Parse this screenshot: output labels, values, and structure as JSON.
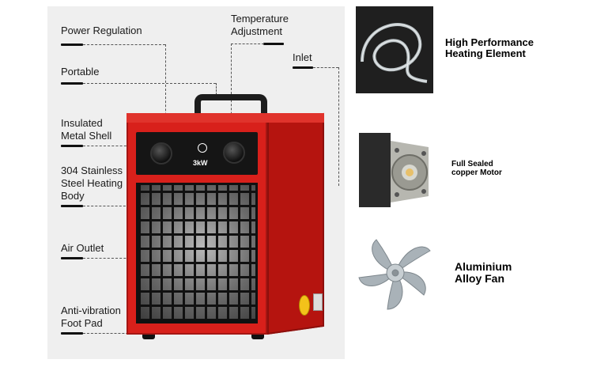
{
  "callouts": {
    "power_regulation": [
      "Power Regulation"
    ],
    "temperature_adjustment": [
      "Temperature",
      "Adjustment"
    ],
    "inlet": [
      "Inlet"
    ],
    "portable": [
      "Portable"
    ],
    "insulated_shell": [
      "Insulated",
      "Metal Shell"
    ],
    "stainless_body": [
      "304 Stainless",
      "Steel Heating",
      "Body"
    ],
    "air_outlet": [
      "Air Outlet"
    ],
    "foot_pad": [
      "Anti-vibration",
      "Foot Pad"
    ]
  },
  "heater": {
    "power_text": "3kW",
    "body_color": "#d8201b",
    "panel_color": "#151515"
  },
  "features": {
    "heating_element": [
      "High Performance",
      "Heating Element"
    ],
    "motor": [
      "Full Sealed",
      "copper Motor"
    ],
    "fan": [
      "Aluminium",
      "Alloy Fan"
    ]
  },
  "icons": {
    "heating_element": "coiled-tube-icon",
    "motor": "motor-icon",
    "fan": "fan-blade-icon"
  }
}
